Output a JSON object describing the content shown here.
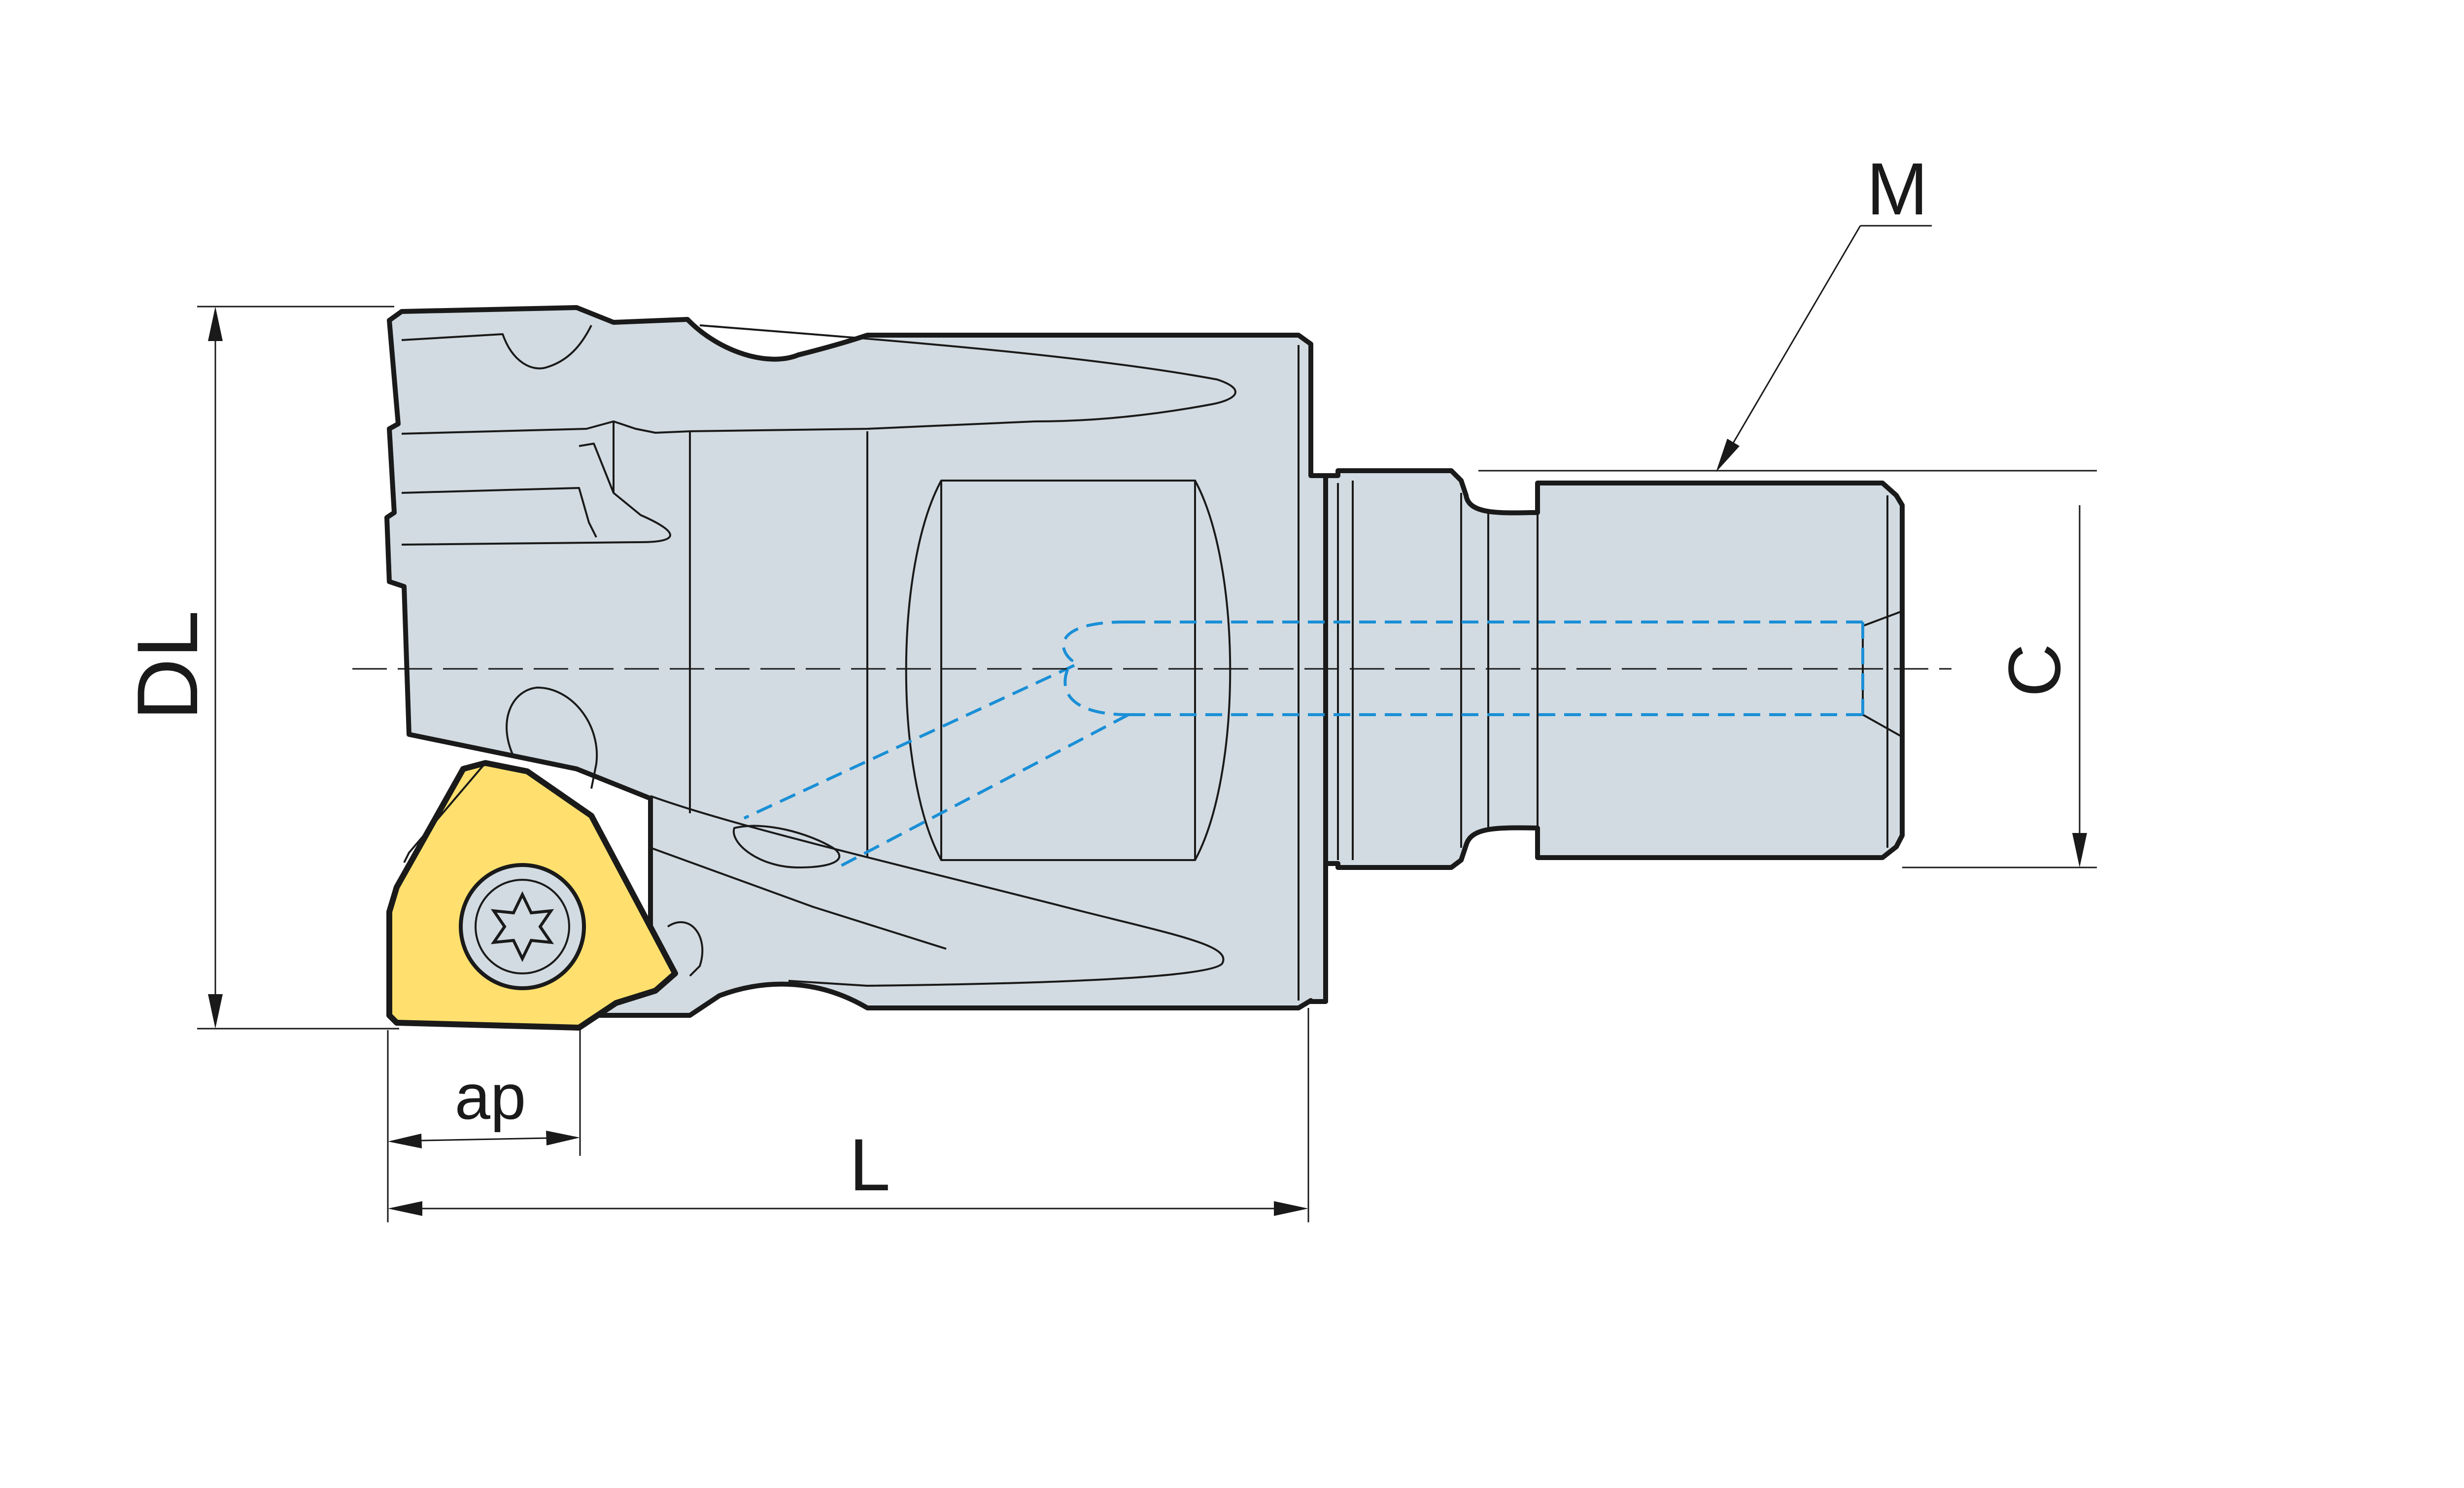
{
  "labels": {
    "dl": "DL",
    "l": "L",
    "ap": "ap",
    "c": "C",
    "m": "M"
  },
  "colors": {
    "body": "#d2dbe1",
    "insert": "#ffe06e",
    "coolant": "#1a8fd6",
    "line": "#1a1a1a"
  },
  "icons": {
    "screw": "torx-screw-icon"
  }
}
